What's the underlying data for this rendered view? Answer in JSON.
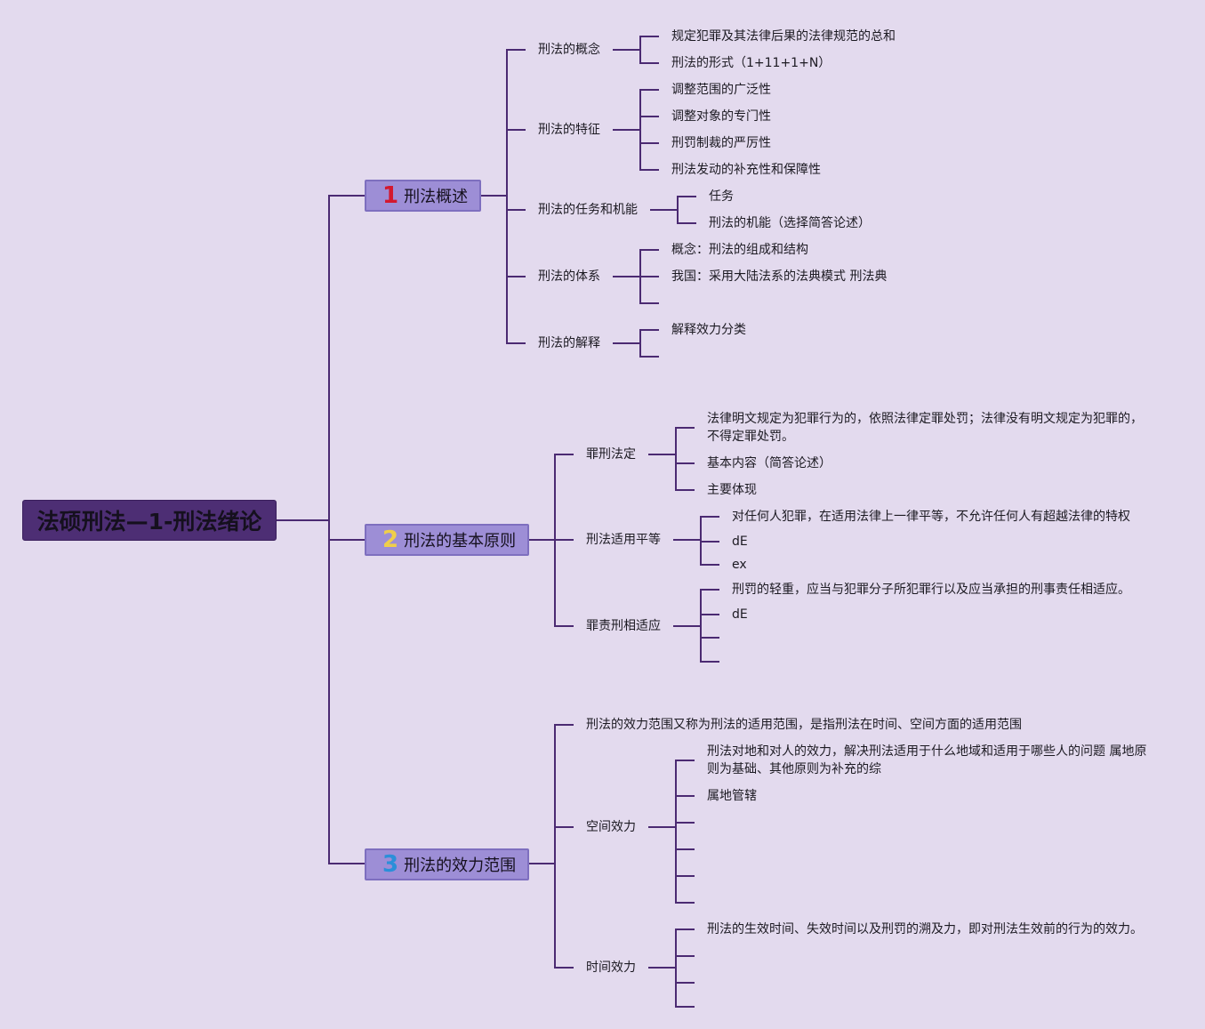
{
  "root": {
    "title": "法硕刑法—1-刑法绪论"
  },
  "colors": {
    "line": "#4b2a72",
    "num1": "#d3182f",
    "num2": "#f0cf4a",
    "num3": "#2b8fd9"
  },
  "branches": [
    {
      "number": "1",
      "label": "刑法概述",
      "children": [
        {
          "label": "刑法的概念",
          "children": [
            "规定犯罪及其法律后果的法律规范的总和",
            "刑法的形式（1+11+1+N）"
          ]
        },
        {
          "label": "刑法的特征",
          "children": [
            "调整范围的广泛性",
            "调整对象的专门性",
            "刑罚制裁的严厉性",
            "刑法发动的补充性和保障性"
          ]
        },
        {
          "label": "刑法的任务和机能",
          "children": [
            "任务",
            "刑法的机能（选择简答论述）"
          ]
        },
        {
          "label": "刑法的体系",
          "children": [
            "概念：刑法的组成和结构",
            "我国：采用大陆法系的法典模式 刑法典",
            ""
          ]
        },
        {
          "label": "刑法的解释",
          "children": [
            "解释效力分类",
            ""
          ]
        }
      ]
    },
    {
      "number": "2",
      "label": "刑法的基本原则",
      "children": [
        {
          "label": "罪刑法定",
          "children": [
            "法律明文规定为犯罪行为的，依照法律定罪处罚；法律没有明文规定为犯罪的，",
            "不得定罪处罚。",
            "基本内容（简答论述）",
            "主要体现"
          ]
        },
        {
          "label": "刑法适用平等",
          "children": [
            "对任何人犯罪，在适用法律上一律平等，不允许任何人有超越法律的特权",
            "dE",
            "ex"
          ]
        },
        {
          "label": "罪责刑相适应",
          "children": [
            "刑罚的轻重，应当与犯罪分子所犯罪行以及应当承担的刑事责任相适应。",
            "dE",
            "",
            ""
          ]
        }
      ]
    },
    {
      "number": "3",
      "label": "刑法的效力范围",
      "children": [
        {
          "label": "刑法的效力范围又称为刑法的适用范围，是指刑法在时间、空间方面的适用范围",
          "children": []
        },
        {
          "label": "空间效力",
          "children": [
            "刑法对地和对人的效力，解决刑法适用于什么地域和适用于哪些人的问题 属地原",
            "则为基础、其他原则为补充的综",
            "属地管辖",
            "",
            "",
            ""
          ]
        },
        {
          "label": "时间效力",
          "children": [
            "刑法的生效时间、失效时间以及刑罚的溯及力，即对刑法生效前的行为的效力。",
            "",
            "",
            ""
          ]
        }
      ]
    }
  ]
}
